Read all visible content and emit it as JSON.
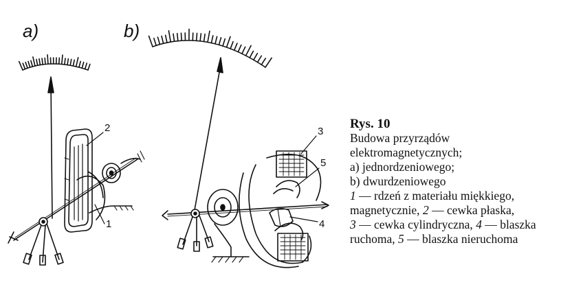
{
  "panels": {
    "a": "a)",
    "b": "b)"
  },
  "part_numbers": {
    "n1": "1",
    "n2": "2",
    "n3": "3",
    "n4": "4",
    "n5": "5"
  },
  "caption": {
    "figure": "Rys.    10",
    "title_line1": "Budowa przyrządów",
    "title_line2": "elektromagnetycznych;",
    "item_a": "a) jednordzeniowego;",
    "item_b": "b) dwurdzeniowego",
    "legend": [
      {
        "num": "1",
        "text": " — rdzeń z materiału miękkiego,"
      },
      {
        "text": "magnetycznie, "
      },
      {
        "num": "2",
        "text": " — cewka płaska,"
      },
      {
        "num": "3",
        "text": " — cewka cylindryczna, "
      },
      {
        "num": "4",
        "text": " — blaszka"
      },
      {
        "text": "ruchoma, "
      },
      {
        "num": "5",
        "text": " — blaszka nieruchoma"
      }
    ]
  }
}
